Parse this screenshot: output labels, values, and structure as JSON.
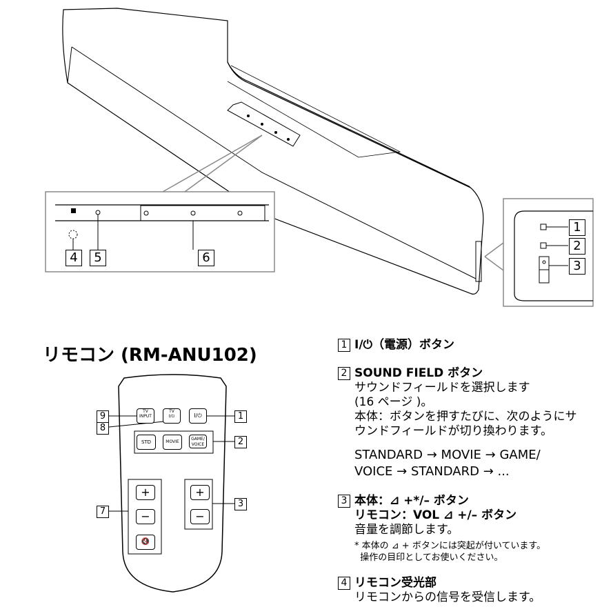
{
  "remote_title": "リモコン (RM-ANU102)",
  "callouts": {
    "c1": "1",
    "c2": "2",
    "c3": "3",
    "c4": "4",
    "c5": "5",
    "c6": "6",
    "c7": "7",
    "c8": "8",
    "c9": "9"
  },
  "remote_buttons": {
    "tv_input": "TV\nINPUT",
    "tv_power": "TV\nI/⏻",
    "power": "I/⏻",
    "std": "STD",
    "movie": "MOVIE",
    "game_voice": "GAME/\nVOICE",
    "vol_plus": "+",
    "vol_minus": "−",
    "tv_plus": "+",
    "tv_minus": "−",
    "mute": "🔇"
  },
  "items": [
    {
      "num": "1",
      "head": "I/⏻（電源）ボタン"
    },
    {
      "num": "2",
      "head": "SOUND FIELD ボタン",
      "body": [
        "サウンドフィールドを選択します",
        "(16 ページ )。",
        "本体：ボタンを押すたびに、次のようにサ",
        "ウンドフィールドが切り換わります。"
      ],
      "sequence": [
        "STANDARD → MOVIE → GAME/",
        "VOICE → STANDARD → ..."
      ]
    },
    {
      "num": "3",
      "head": "本体：⊿ +*/– ボタン",
      "head2": "リモコン：VOL ⊿ +/– ボタン",
      "body": [
        "音量を調節します。"
      ],
      "note": [
        "* 本体の ⊿ + ボタンには突起が付いています。",
        "  操作の目印としてお使いください。"
      ]
    },
    {
      "num": "4",
      "head": "リモコン受光部",
      "body": [
        "リモコンからの信号を受信します。"
      ]
    }
  ]
}
